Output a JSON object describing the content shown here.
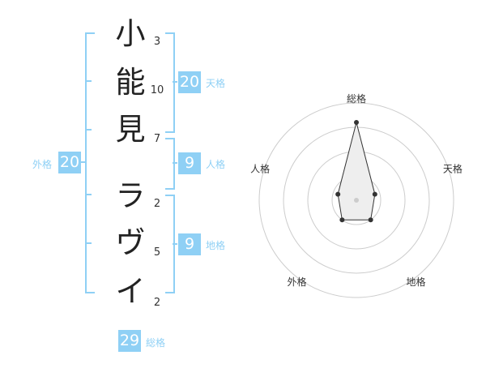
{
  "name": {
    "characters": [
      {
        "char": "小",
        "strokes": "3"
      },
      {
        "char": "能",
        "strokes": "10"
      },
      {
        "char": "見",
        "strokes": "7"
      },
      {
        "char": "ラ",
        "strokes": "2"
      },
      {
        "char": "ヴ",
        "strokes": "5"
      },
      {
        "char": "イ",
        "strokes": "2"
      }
    ]
  },
  "fortune": {
    "tenkaku": {
      "label": "天格",
      "value": "20"
    },
    "jinkaku": {
      "label": "人格",
      "value": "9"
    },
    "chikaku": {
      "label": "地格",
      "value": "9"
    },
    "gaikaku": {
      "label": "外格",
      "value": "20"
    },
    "soukaku": {
      "label": "総格",
      "value": "29"
    }
  },
  "radar": {
    "axes": [
      "総格",
      "天格",
      "地格",
      "外格",
      "人格"
    ],
    "levels": 4,
    "values": [
      3.2,
      0.8,
      1.0,
      1.0,
      0.8
    ],
    "line_color": "#333333",
    "fill_color": "#eeeeee",
    "ring_color": "#cccccc"
  },
  "colors": {
    "accent": "#8fd0f5"
  }
}
